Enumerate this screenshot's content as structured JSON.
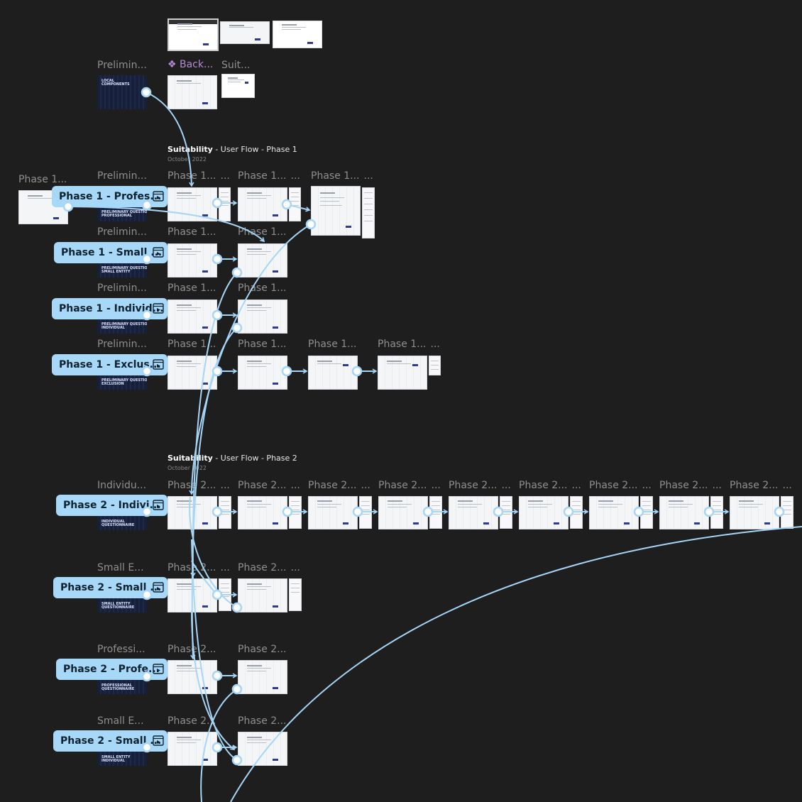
{
  "canvas": {
    "background": "#1e1e1e",
    "link_color": "#a6d5f6"
  },
  "top_row": {
    "labels": {
      "local_components": "Prelimin...",
      "back_component": "❖ Back...",
      "suit": "Suit..."
    },
    "dark_frame_text": "LOCAL\nCOMPONENTS"
  },
  "phase1_section": {
    "title_bold": "Suitability",
    "title_rest": " - User Flow - Phase 1",
    "date": "October 2022",
    "loose_label": "Phase 1...",
    "rows": [
      {
        "pill": "Phase 1 - Profes...",
        "dark_label": "Prelimin...",
        "dark_text": "PRELIMINARY QUESTIONS\nPROFESSIONAL",
        "frames": [
          "Phase 1...",
          "Phase 1...",
          "Phase 1..."
        ],
        "dots": "..."
      },
      {
        "pill": "Phase 1 - Small ...",
        "dark_label": "Prelimin...",
        "dark_text": "PRELIMINARY QUESTIONS\nSMALL ENTITY",
        "frames": [
          "Phase 1...",
          "Phase 1..."
        ],
        "dots": "..."
      },
      {
        "pill": "Phase 1 - Individ...",
        "dark_label": "Prelimin...",
        "dark_text": "PRELIMINARY QUESTIONS\nINDIVIDUAL",
        "frames": [
          "Phase 1...",
          "Phase 1..."
        ],
        "dots": "..."
      },
      {
        "pill": "Phase 1 - Exclus...",
        "dark_label": "Prelimin...",
        "dark_text": "PRELIMINARY QUESTIONS\nEXCLUSION",
        "frames": [
          "Phase 1...",
          "Phase 1...",
          "Phase 1...",
          "Phase 1..."
        ],
        "dots": "..."
      }
    ]
  },
  "phase2_section": {
    "title_bold": "Suitability",
    "title_rest": " - User Flow - Phase 2",
    "date": "October 2022",
    "rows": [
      {
        "pill": "Phase 2 - Indivi...",
        "dark_label": "Individu...",
        "dark_text": "INDIVIDUAL\nQUESTIONNAIRE",
        "frames": [
          "Phase 2...",
          "Phase 2...",
          "Phase 2...",
          "Phase 2...",
          "Phase 2...",
          "Phase 2...",
          "Phase 2...",
          "Phase 2...",
          "Phase 2..."
        ],
        "dots": "..."
      },
      {
        "pill": "Phase 2 - Small ...",
        "dark_label": "Small E...",
        "dark_text": "SMALL ENTITY\nQUESTIONNAIRE",
        "frames": [
          "Phase 2...",
          "Phase 2..."
        ],
        "dots": "..."
      },
      {
        "pill": "Phase 2 - Profe...",
        "dark_label": "Professi...",
        "dark_text": "PROFESSIONAL\nQUESTIONNAIRE",
        "frames": [
          "Phase 2...",
          "Phase 2..."
        ],
        "dots": ""
      },
      {
        "pill": "Phase 2 - Small ...",
        "dark_label": "Small E...",
        "dark_text": "SMALL ENTITY\nINDIVIDUAL",
        "frames": [
          "Phase 2...",
          "Phase 2..."
        ],
        "dots": ""
      }
    ]
  },
  "icons": {
    "prototype_flow": "prototype-play-icon",
    "component": "component-diamond-icon"
  }
}
